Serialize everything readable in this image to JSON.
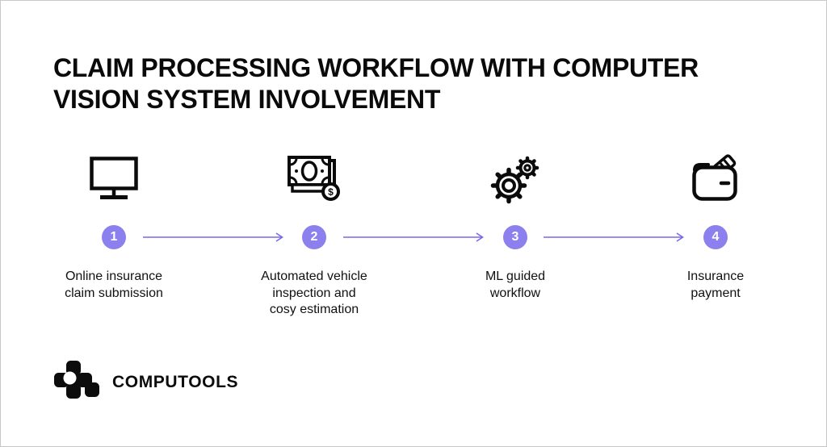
{
  "title": "CLAIM PROCESSING WORKFLOW WITH COMPUTER VISION SYSTEM INVOLVEMENT",
  "colors": {
    "accent": "#8B80EE",
    "arrow": "#7A6AE9",
    "text": "#0B0B0B"
  },
  "steps": [
    {
      "number": "1",
      "icon": "monitor-icon",
      "label": "Online insurance\nclaim submission"
    },
    {
      "number": "2",
      "icon": "money-icon",
      "label": "Automated vehicle\ninspection and\ncosy estimation"
    },
    {
      "number": "3",
      "icon": "gears-icon",
      "label": "ML guided\nworkflow"
    },
    {
      "number": "4",
      "icon": "wallet-icon",
      "label": "Insurance\npayment"
    }
  ],
  "logo": {
    "text": "COMPUTOOLS"
  }
}
